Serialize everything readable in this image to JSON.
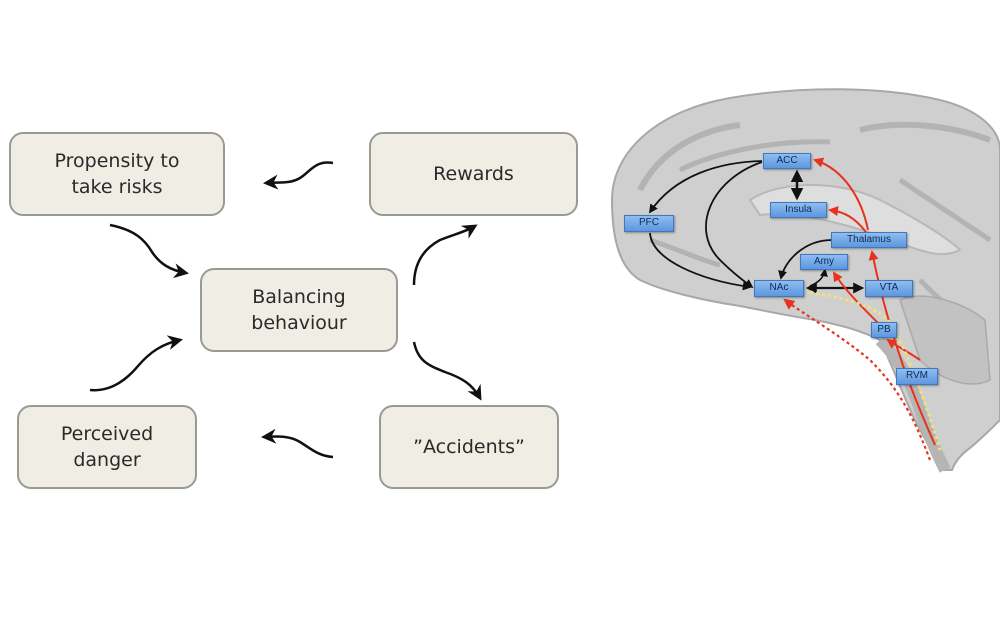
{
  "flow_diagram": {
    "boxes": {
      "propensity": "Propensity to\ntake risks",
      "rewards": "Rewards",
      "balancing": "Balancing\nbehaviour",
      "perceived_danger": "Perceived\ndanger",
      "accidents": "”Accidents”"
    }
  },
  "brain_diagram": {
    "regions": {
      "acc": "ACC",
      "insula": "Insula",
      "pfc": "PFC",
      "thalamus": "Thalamus",
      "amy": "Amy",
      "nac": "NAc",
      "vta": "VTA",
      "pb": "PB",
      "rvm": "RVM"
    },
    "colors": {
      "black_path": "#111111",
      "red_path": "#e8321e",
      "yellow_path": "#efe27a",
      "node_fill": "#6ea6e6"
    }
  }
}
